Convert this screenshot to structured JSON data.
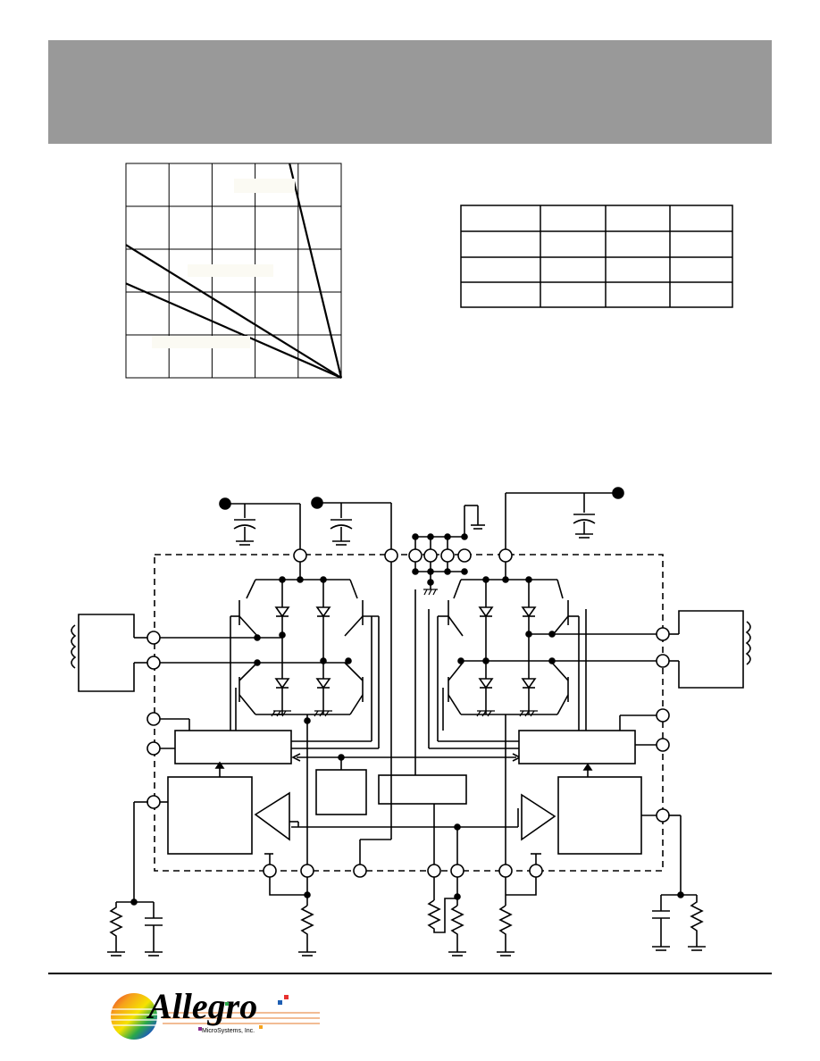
{
  "brand": {
    "name": "Allegro",
    "subtitle": "MicroSystems, Inc."
  },
  "chart_data": {
    "type": "line",
    "grid": true,
    "xlim": [
      0,
      5
    ],
    "ylim": [
      0,
      5
    ],
    "series": [
      {
        "x": [
          3.8,
          5
        ],
        "y": [
          5,
          0
        ]
      },
      {
        "x": [
          0,
          5
        ],
        "y": [
          3.1,
          0
        ]
      },
      {
        "x": [
          0,
          5
        ],
        "y": [
          2.2,
          0
        ]
      }
    ]
  },
  "table": {
    "rows": 4,
    "cols": 4
  },
  "colors": {
    "header": "#999999",
    "ink": "#000000"
  }
}
